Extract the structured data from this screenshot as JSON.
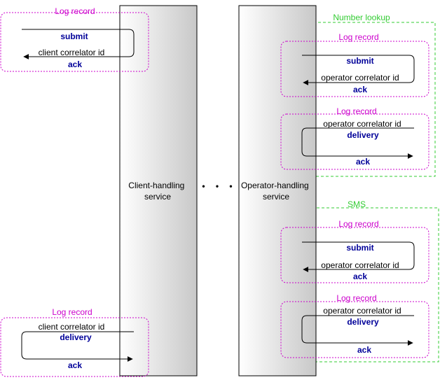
{
  "colors": {
    "log_label": "#cc00cc",
    "group_label": "#33cc33",
    "keyword": "#000099",
    "text": "#000000",
    "service_fill_dark": "#cfcfcf",
    "service_fill_light": "#ffffff"
  },
  "services": {
    "client": {
      "label_line1": "Client-handling",
      "label_line2": "service"
    },
    "operator": {
      "label_line1": "Operator-handling",
      "label_line2": "service"
    }
  },
  "ellipsis": "• • •",
  "groups": {
    "number_lookup": "Number lookup",
    "sms": "SMS"
  },
  "log_label": "Log record",
  "messages": {
    "submit": "submit",
    "ack": "ack",
    "delivery": "delivery",
    "client_correlator": "client correlator id",
    "operator_correlator": "operator correlator id"
  }
}
